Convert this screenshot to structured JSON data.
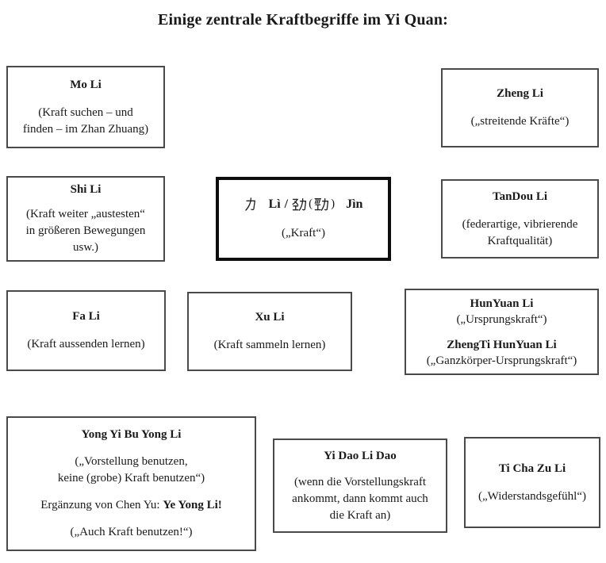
{
  "page_title": "Einige zentrale Kraftbegriffe im Yi Quan:",
  "accent_colors": {
    "box_border": "#4a4a4a",
    "central_box_border": "#0d0d0d",
    "text": "#1a1a1a",
    "background": "#ffffff"
  },
  "boxes": {
    "mo_li": {
      "heading": "Mo Li",
      "body": "(Kraft suchen – und\nfinden – im Zhan Zhuang)"
    },
    "zheng_li": {
      "heading": "Zheng Li",
      "body": "(„streitende Kräfte“)"
    },
    "shi_li": {
      "heading": "Shi Li",
      "body": "(Kraft weiter „austesten“\nin größeren Bewegungen\nusw.)"
    },
    "li_jin": {
      "full_text": "力 Lì / 劲（勁） Jìn",
      "hanzi_li": "力",
      "latin_li": "Lì",
      "slash": "/",
      "hanzi_jin_simplified": "劲",
      "paren_open": "(",
      "hanzi_jin_traditional": "勁",
      "paren_close": ")",
      "latin_jin": "Jìn",
      "body": "(„Kraft“)"
    },
    "tandou_li": {
      "heading": "TanDou Li",
      "body": "(federartige, vibrierende\nKraftqualität)"
    },
    "fa_li": {
      "heading": "Fa Li",
      "body": "(Kraft aussenden lernen)"
    },
    "xu_li": {
      "heading": "Xu Li",
      "body": "(Kraft sammeln lernen)"
    },
    "hunyuan_li": {
      "heading_1": "HunYuan Li",
      "body_1": "(„Ursprungskraft“)",
      "heading_2": "ZhengTi HunYuan Li",
      "body_2": "(„Ganzkörper-Ursprungskraft“)"
    },
    "yong_yi_bu_yong_li": {
      "heading": "Yong Yi Bu Yong Li",
      "body_1": "(„Vorstellung benutzen,\nkeine (grobe) Kraft benutzen“)",
      "note_prefix": "Ergänzung von Chen Yu: ",
      "note_bold": "Ye Yong Li!",
      "body_2": "(„Auch Kraft benutzen!“)"
    },
    "yi_dao_li_dao": {
      "heading": "Yi Dao Li Dao",
      "body": "(wenn die Vorstellungskraft\nankommt, dann kommt auch\ndie Kraft an)"
    },
    "ti_cha_zu_li": {
      "heading": "Ti Cha Zu Li",
      "body": "(„Widerstandsgefühl“)"
    }
  }
}
